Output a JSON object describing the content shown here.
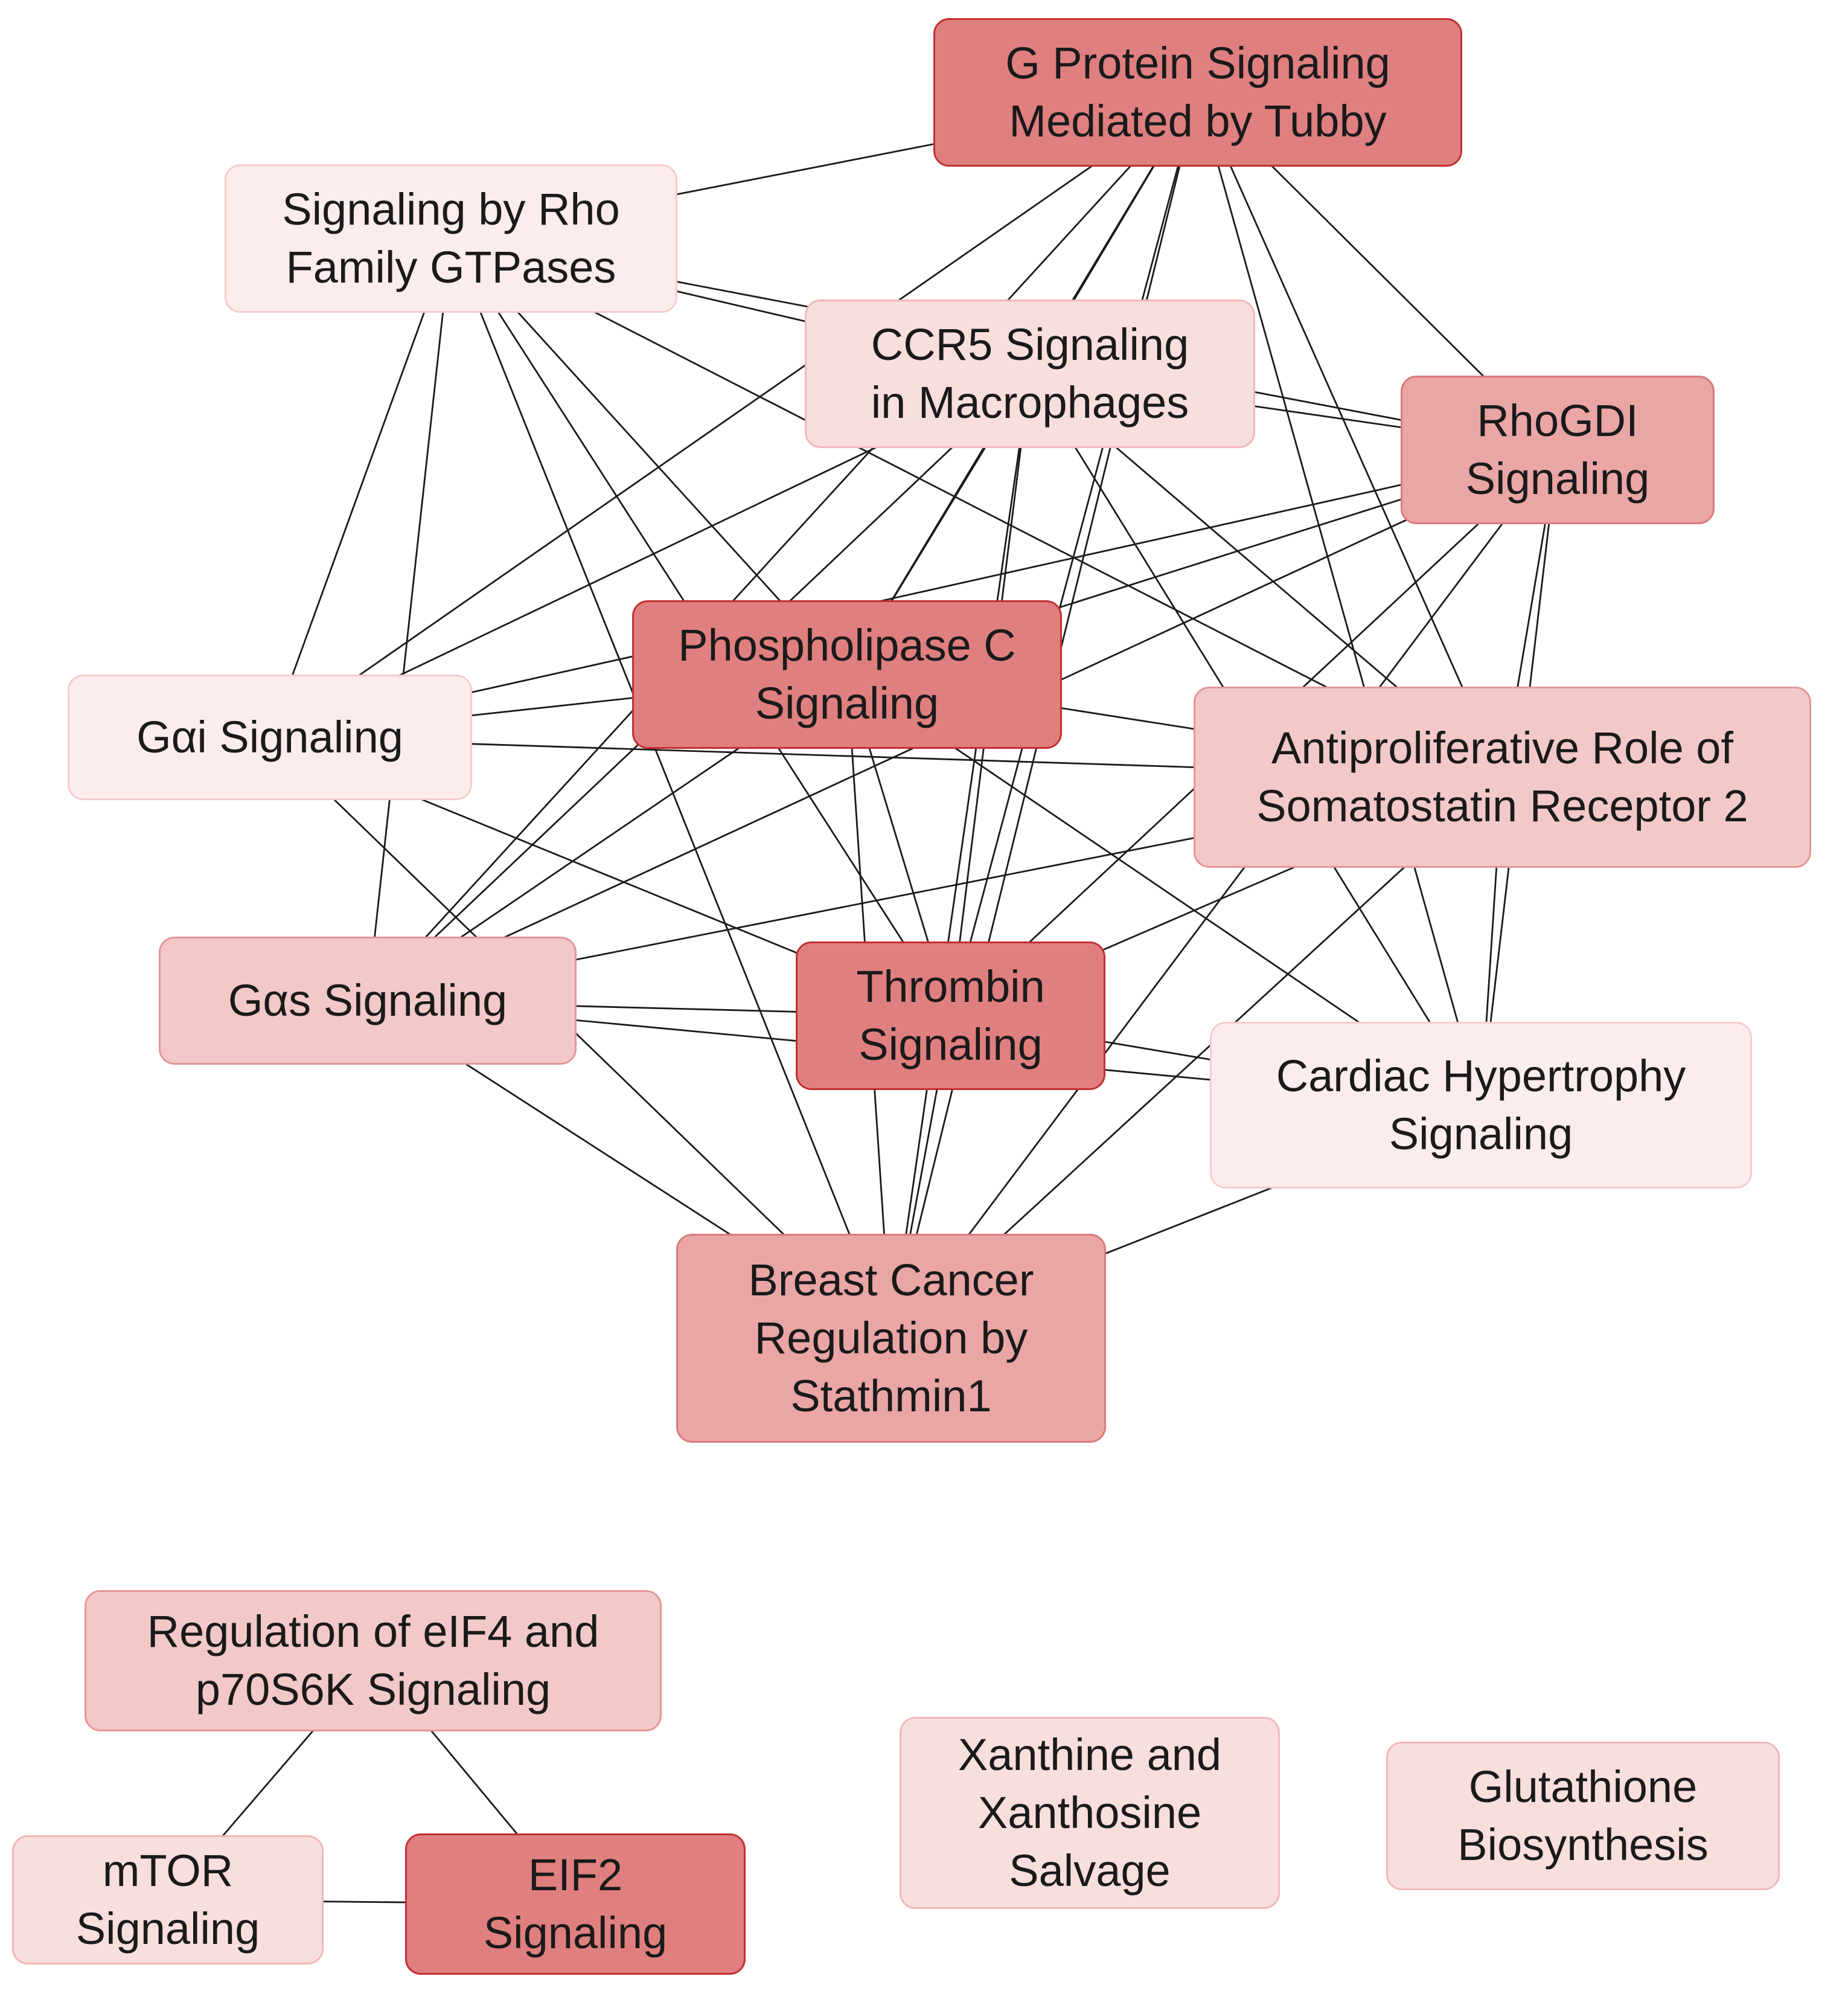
{
  "diagram": {
    "type": "network",
    "nodes": [
      {
        "id": "tubby",
        "label": "G Protein Signaling\nMediated by Tubby",
        "level": 4
      },
      {
        "id": "rho",
        "label": "Signaling by Rho\nFamily GTPases",
        "level": 0
      },
      {
        "id": "ccr5",
        "label": "CCR5 Signaling\nin Macrophages",
        "level": 1
      },
      {
        "id": "rhogdi",
        "label": "RhoGDI\nSignaling",
        "level": 3
      },
      {
        "id": "plc",
        "label": "Phospholipase C\nSignaling",
        "level": 4
      },
      {
        "id": "gai",
        "label": "Gαi Signaling",
        "level": 0
      },
      {
        "id": "antiprolif",
        "label": "Antiproliferative Role of\nSomatostatin Receptor 2",
        "level": 2
      },
      {
        "id": "gas",
        "label": "Gαs Signaling",
        "level": 2
      },
      {
        "id": "thrombin",
        "label": "Thrombin\nSignaling",
        "level": 4
      },
      {
        "id": "cardiac",
        "label": "Cardiac Hypertrophy\nSignaling",
        "level": 0
      },
      {
        "id": "breast",
        "label": "Breast Cancer\nRegulation by\nStathmin1",
        "level": 3
      },
      {
        "id": "eif4",
        "label": "Regulation of eIF4 and\np70S6K Signaling",
        "level": 2
      },
      {
        "id": "mtor",
        "label": "mTOR\nSignaling",
        "level": 1
      },
      {
        "id": "eif2",
        "label": "EIF2\nSignaling",
        "level": 4
      },
      {
        "id": "xanthine",
        "label": "Xanthine and\nXanthosine\nSalvage",
        "level": 1
      },
      {
        "id": "glutathione",
        "label": "Glutathione\nBiosynthesis",
        "level": 1
      }
    ],
    "edges": [
      [
        "tubby",
        "rho"
      ],
      [
        "tubby",
        "ccr5"
      ],
      [
        "tubby",
        "rhogdi"
      ],
      [
        "tubby",
        "plc"
      ],
      [
        "tubby",
        "gai"
      ],
      [
        "tubby",
        "antiprolif"
      ],
      [
        "tubby",
        "gas"
      ],
      [
        "tubby",
        "thrombin"
      ],
      [
        "tubby",
        "cardiac"
      ],
      [
        "tubby",
        "breast"
      ],
      [
        "rho",
        "ccr5"
      ],
      [
        "rho",
        "rhogdi"
      ],
      [
        "rho",
        "plc"
      ],
      [
        "rho",
        "gai"
      ],
      [
        "rho",
        "antiprolif"
      ],
      [
        "rho",
        "gas"
      ],
      [
        "rho",
        "thrombin"
      ],
      [
        "rho",
        "breast"
      ],
      [
        "ccr5",
        "rhogdi"
      ],
      [
        "ccr5",
        "plc"
      ],
      [
        "ccr5",
        "gai"
      ],
      [
        "ccr5",
        "antiprolif"
      ],
      [
        "ccr5",
        "gas"
      ],
      [
        "ccr5",
        "thrombin"
      ],
      [
        "ccr5",
        "cardiac"
      ],
      [
        "ccr5",
        "breast"
      ],
      [
        "rhogdi",
        "plc"
      ],
      [
        "rhogdi",
        "gai"
      ],
      [
        "rhogdi",
        "antiprolif"
      ],
      [
        "rhogdi",
        "gas"
      ],
      [
        "rhogdi",
        "thrombin"
      ],
      [
        "rhogdi",
        "cardiac"
      ],
      [
        "rhogdi",
        "breast"
      ],
      [
        "plc",
        "gai"
      ],
      [
        "plc",
        "antiprolif"
      ],
      [
        "plc",
        "gas"
      ],
      [
        "plc",
        "thrombin"
      ],
      [
        "plc",
        "cardiac"
      ],
      [
        "plc",
        "breast"
      ],
      [
        "gai",
        "antiprolif"
      ],
      [
        "gai",
        "thrombin"
      ],
      [
        "gai",
        "breast"
      ],
      [
        "antiprolif",
        "gas"
      ],
      [
        "antiprolif",
        "thrombin"
      ],
      [
        "antiprolif",
        "cardiac"
      ],
      [
        "antiprolif",
        "breast"
      ],
      [
        "gas",
        "thrombin"
      ],
      [
        "gas",
        "cardiac"
      ],
      [
        "gas",
        "breast"
      ],
      [
        "thrombin",
        "cardiac"
      ],
      [
        "thrombin",
        "breast"
      ],
      [
        "cardiac",
        "breast"
      ],
      [
        "eif4",
        "mtor"
      ],
      [
        "eif4",
        "eif2"
      ],
      [
        "mtor",
        "eif2"
      ]
    ]
  },
  "colors": {
    "edge": "#1a1a1a",
    "level_4_fill": "#df7f7f",
    "level_3_fill": "#eaa5a5",
    "level_2_fill": "#f2c8c8",
    "level_1_fill": "#f9dede",
    "level_0_fill": "#fdecec"
  }
}
